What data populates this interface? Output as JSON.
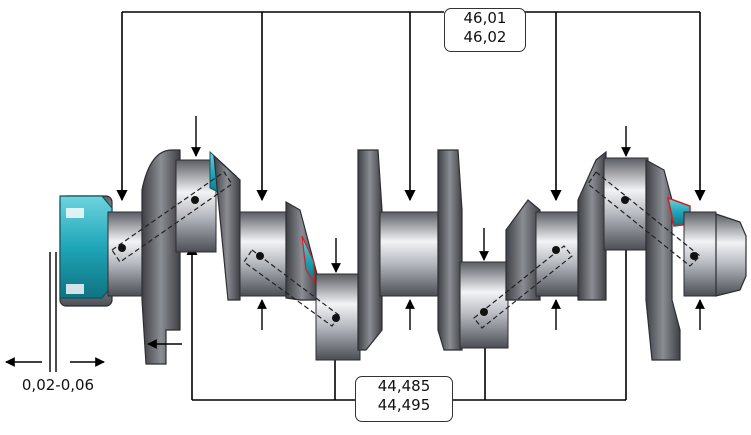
{
  "main_journal": {
    "min": "46,01",
    "max": "46,02"
  },
  "rod_journal": {
    "min": "44,485",
    "max": "44,495"
  },
  "end_play": {
    "range": "0,02-0,06"
  },
  "colors": {
    "steel_dark": "#4a4c52",
    "steel_mid": "#8e9198",
    "steel_light": "#e6e8ec",
    "highlight": "#1fa6b8",
    "marker_red": "#d42020",
    "line": "#000000"
  }
}
